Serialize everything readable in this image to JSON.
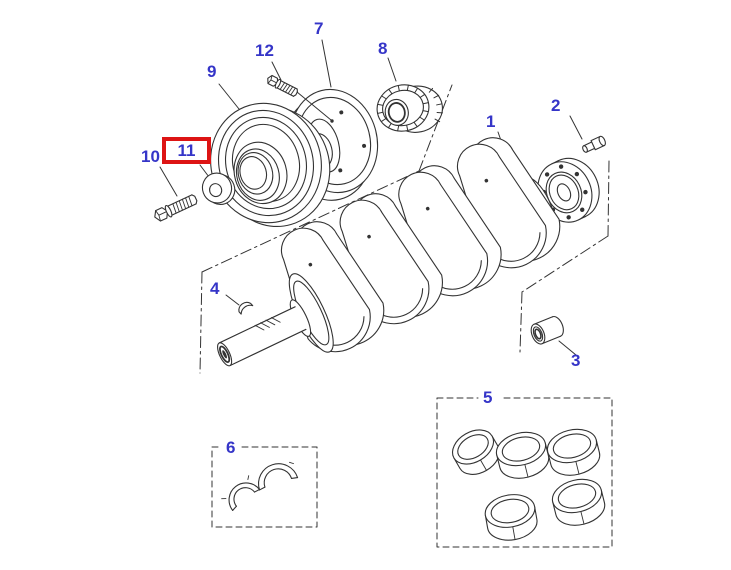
{
  "diagram": {
    "type": "exploded-parts-diagram",
    "subject": "engine crankshaft assembly",
    "colors": {
      "label_text": "#3535c8",
      "line_art": "#333333",
      "highlight_box": "#dd1414",
      "background": "#ffffff"
    },
    "highlight": {
      "selected_callout": "11"
    },
    "labels": {
      "p1": {
        "text": "1"
      },
      "p2": {
        "text": "2"
      },
      "p3": {
        "text": "3"
      },
      "p4": {
        "text": "4"
      },
      "p5": {
        "text": "5"
      },
      "p6": {
        "text": "6"
      },
      "p7": {
        "text": "7"
      },
      "p8": {
        "text": "8"
      },
      "p9": {
        "text": "9"
      },
      "p10": {
        "text": "10"
      },
      "p11": {
        "text": "11"
      },
      "p12": {
        "text": "12"
      }
    }
  }
}
